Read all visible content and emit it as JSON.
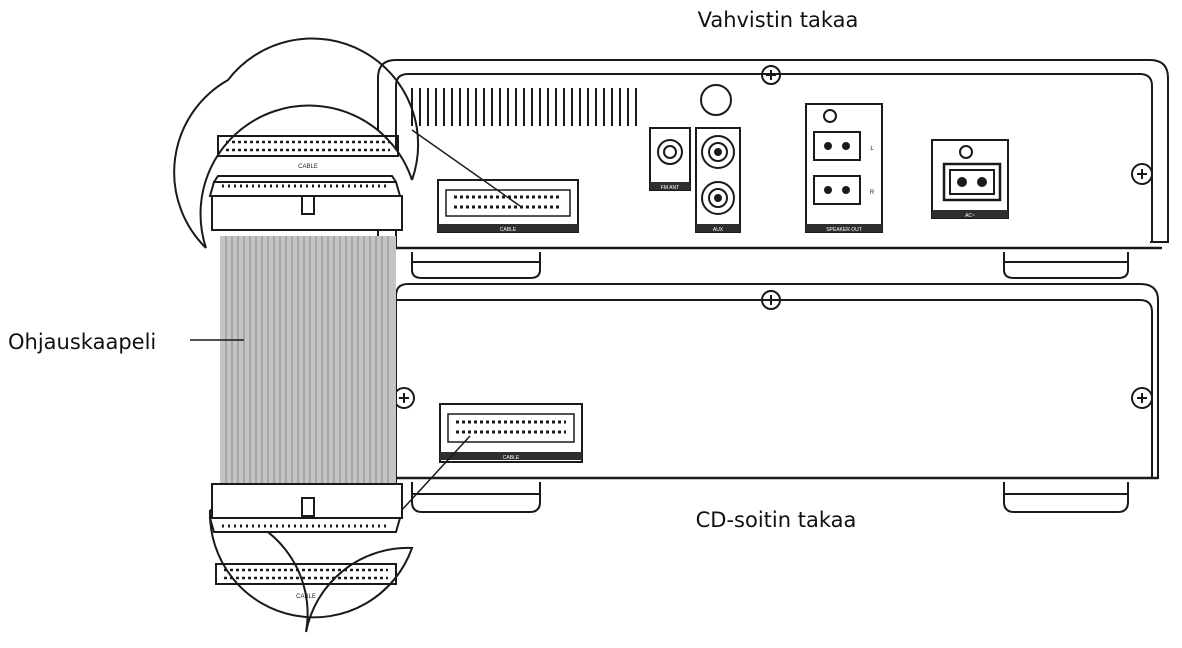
{
  "titles": {
    "amplifier": "Vahvistin takaa",
    "cd_player": "CD-soitin takaa",
    "control_cable": "Ohjauskaapeli"
  },
  "amplifier_panel": {
    "cable_port_label": "CABLE",
    "fm_ant_label": "FM ANT",
    "aux_label": "AUX",
    "speaker_out_label": "SPEAKER OUT",
    "speaker_left": "L",
    "speaker_right": "R",
    "ac_label": "AC~"
  },
  "cd_panel": {
    "cable_port_label": "CABLE"
  },
  "zoom_insets": {
    "top_label": "CABLE",
    "bottom_label": "CABLE"
  },
  "colors": {
    "line": "#1a1a1a",
    "cable_body": "#c4c4c4",
    "label_strip": "#2e2e2e"
  }
}
